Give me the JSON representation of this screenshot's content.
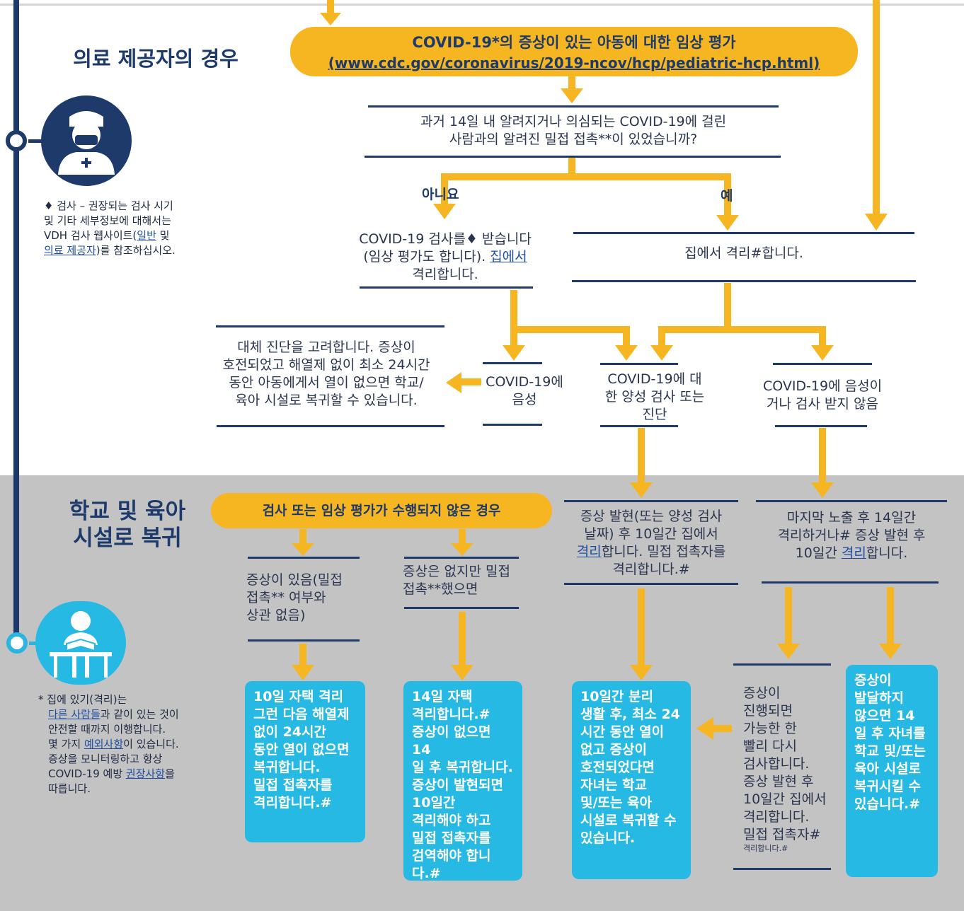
{
  "colors": {
    "navy": "#1d3a6b",
    "amber": "#f6b622",
    "cyan": "#25b9e3",
    "gray": "#c3c3c3"
  },
  "left": {
    "provider_title": "의료 제공자의 경우",
    "provider_icon": "doctor-icon",
    "testing_note": {
      "lines": [
        "♦ 검사 – 권장되는 검사 시기",
        "및 기타 세부정보에 대해서는",
        "VDH 검사 웹사이트("
      ],
      "link_general": "일반",
      "and": "및",
      "link_provider": "의료 제공자",
      "tail": ")를 참조하십시오."
    },
    "school_title_1": "학교 및 육아",
    "school_title_2": "시설로 복귀",
    "school_icon": "student-reading-icon",
    "isolation_note": {
      "l1": "* 집에 있기(격리)는",
      "l2_link": "다른 사람들",
      "l2_rest": "과 같이 있는 것이",
      "l3": "안전할 때까지 이행합니다.",
      "l4_pre": "몇 가지 ",
      "l4_link": "예외사항",
      "l4_post": "이 있습니다.",
      "l5": "증상을 모니터링하고 항상",
      "l6_pre": "COVID-19 예방 ",
      "l6_link": "권장사항",
      "l6_post": "을",
      "l7": "따릅니다."
    }
  },
  "top_pill": {
    "line1": "COVID-19*의 증상이 있는 아동에 대한 임상 평가",
    "line2": "(www.cdc.gov/coronavirus/2019-ncov/hcp/pediatric-hcp.html)"
  },
  "question": {
    "line1": "과거 14일 내 알려지거나 의심되는 COVID-19에 걸린",
    "line2": "사람과의 알려진 밀접 접촉**이 있었습니까?"
  },
  "answers": {
    "no": "아니요",
    "yes": "예"
  },
  "get_tested": {
    "line1": "COVID-19 검사를♦ 받습니다",
    "line2_pre": "(임상 평가도 합니다). ",
    "line2_link": "집에서",
    "line3": "격리합니다."
  },
  "isolate_home": "집에서 격리#합니다.",
  "alt_diagnosis": {
    "line1": "대체 진단을 고려합니다. 증상이",
    "line2": "호전되었고 해열제 없이 최소 24시간",
    "line3": "동안 아동에게서 열이 없으면 학교/",
    "line4": "육아 시설로 복귀할 수 있습니다."
  },
  "negative": {
    "line1": "COVID-19에",
    "line2": "음성"
  },
  "positive": {
    "line1": "COVID-19에 대",
    "line2": "한 양성 검사 또는",
    "line3": "진단"
  },
  "neg_or_untested": {
    "line1": "COVID-19에 음성이",
    "line2": "거나 검사 받지 않음"
  },
  "bottom_pill": "검사 또는 임상 평가가 수행되지 않은 경우",
  "symptoms_yes": {
    "line1": "증상이 있음(밀접",
    "line2": "접촉** 여부와",
    "line3": "상관 없음)"
  },
  "symptoms_no": {
    "line1": "증상은 없지만 밀접",
    "line2": "접촉**했으면"
  },
  "pos_isolate": {
    "line1": "증상 발현(또는 양성 검사",
    "line2": "날짜) 후 10일간 집에서",
    "line3_link": "격리",
    "line3_rest": "합니다. 밀접 접촉자를",
    "line4": "격리합니다.#"
  },
  "contact_isolate": {
    "line1": "마지막 노출 후 14일간",
    "line2": "격리하거나# 증상 발현 후",
    "line3_pre": "10일간 ",
    "line3_link": "격리",
    "line3_post": "합니다."
  },
  "box1": [
    "10일 자택 격리",
    "그런 다음 해열제",
    "없이 24시간",
    "동안 열이 없으면",
    "복귀합니다.",
    "밀접 접촉자를",
    "격리합니다.#"
  ],
  "box2": [
    "14일 자택",
    "격리합니다.#",
    "증상이 없으면 14",
    "일 후 복귀합니다.",
    "증상이 발현되면",
    "10일간",
    "격리해야 하고",
    "밀접 접촉자를",
    "검역해야 합니다.#"
  ],
  "box3": [
    "10일간 분리",
    "생활 후, 최소 24",
    "시간 동안 열이",
    "없고 증상이",
    "호전되었다면",
    "자녀는 학교",
    "및/또는 육아",
    "시설로 복귀할 수",
    "있습니다."
  ],
  "retest": [
    "증상이",
    "진행되면",
    "가능한 한",
    "빨리 다시",
    "검사합니다.",
    "증상 발현 후",
    "10일간 집에서",
    "격리합니다.",
    "밀접 접촉자#"
  ],
  "retest_small": "격리합니다.#",
  "box4": [
    "증상이",
    "발달하지",
    "않으면 14",
    "일 후 자녀를",
    "학교 및/또는",
    "육아 시설로",
    "복귀시킬 수",
    "있습니다.#"
  ]
}
